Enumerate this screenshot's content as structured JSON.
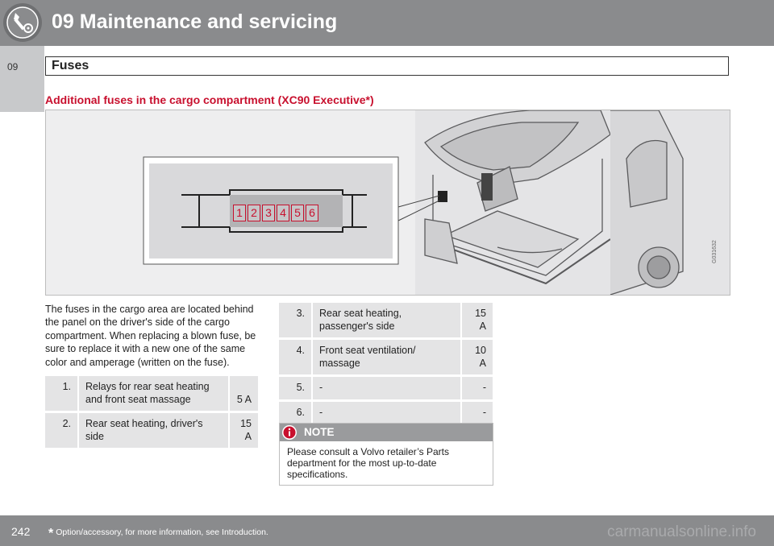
{
  "header": {
    "chapter_title": "09 Maintenance and servicing",
    "chapter_number": "09",
    "icon": "wrench-gear-icon"
  },
  "section": {
    "title": "Fuses"
  },
  "subheading": "Additional fuses in the cargo compartment (XC90 Executive*)",
  "figure": {
    "fuse_numbers": [
      "1",
      "2",
      "3",
      "4",
      "5",
      "6"
    ],
    "code": "G031632",
    "accent_color": "#c8102e"
  },
  "intro_text": "The fuses in the cargo area are located behind the panel on the driver's side of the cargo compartment. When replacing a blown fuse, be sure to replace it with a new one of the same color and amperage (written on the fuse).",
  "table_left": [
    {
      "num": "1.",
      "desc": "Relays for rear seat heating and front seat massage",
      "amp": "5 A"
    },
    {
      "num": "2.",
      "desc": "Rear seat heating, driver's side",
      "amp": "15 A"
    }
  ],
  "table_right": [
    {
      "num": "3.",
      "desc": "Rear seat heating, passenger's side",
      "amp": "15 A"
    },
    {
      "num": "4.",
      "desc": "Front seat ventilation/ massage",
      "amp": "10 A"
    },
    {
      "num": "5.",
      "desc": "-",
      "amp": "-"
    },
    {
      "num": "6.",
      "desc": "-",
      "amp": "-"
    }
  ],
  "note": {
    "label": "NOTE",
    "icon": "info-icon",
    "text": "Please consult a Volvo retailer’s Parts department for the most up-to-date specifications."
  },
  "footer": {
    "page_number": "242",
    "star": "*",
    "footnote": "Option/accessory, for more information, see Introduction.",
    "watermark": "carmanualsonline.info"
  }
}
